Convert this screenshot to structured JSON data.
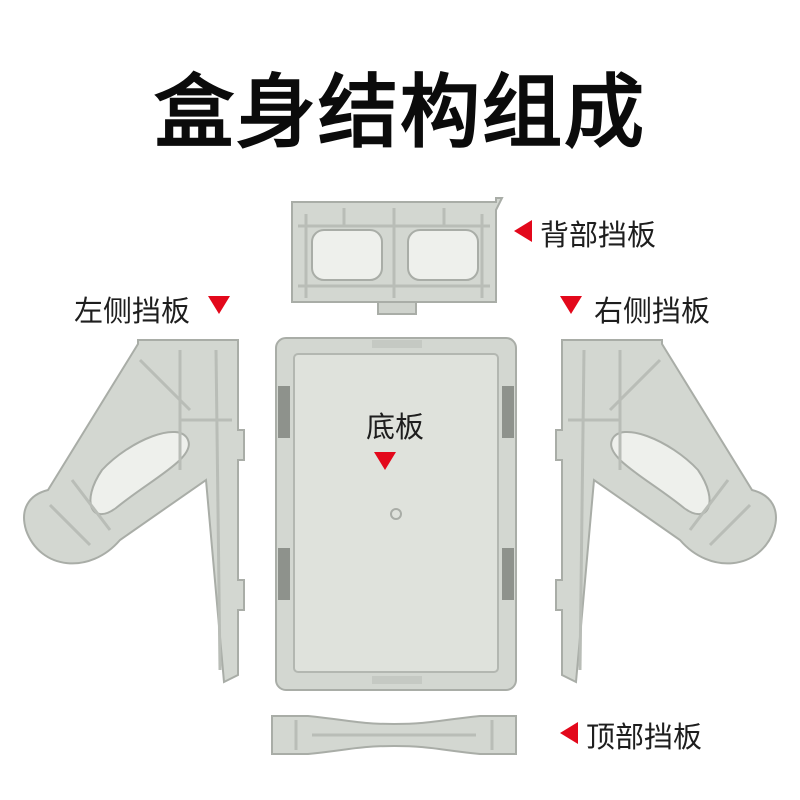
{
  "title": "盒身结构组成",
  "parts": {
    "back_panel": "背部挡板",
    "left_panel": "左侧挡板",
    "right_panel": "右侧挡板",
    "bottom_panel": "底板",
    "top_panel": "顶部挡板"
  },
  "colors": {
    "part_fill": "#d3d7d1",
    "part_stroke": "#a9ada7",
    "part_rib": "#b9bdb7",
    "arrow": "#e3081b"
  },
  "icons": {
    "pointer": "red-triangle-icon"
  }
}
